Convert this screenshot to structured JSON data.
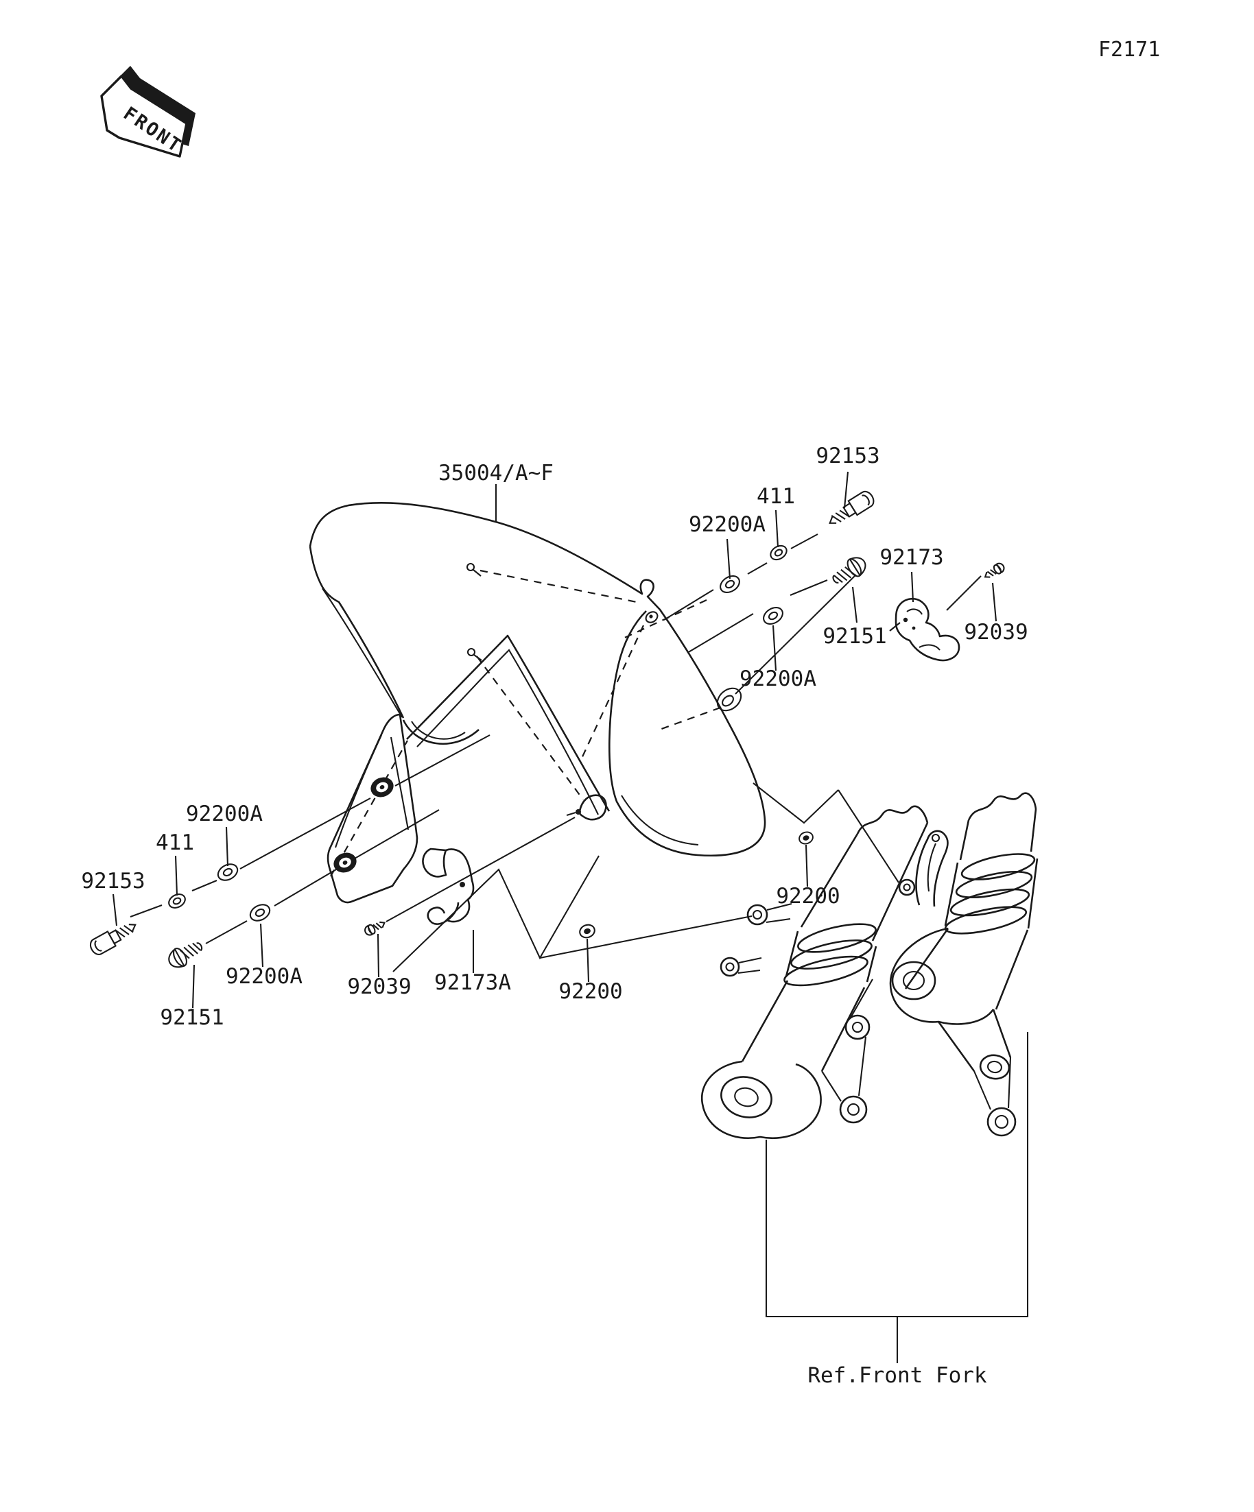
{
  "figure": {
    "code": "F2171",
    "orientation_marker": "FRONT",
    "reference_label": "Ref.Front Fork",
    "ink_color": "#1a1a1a",
    "paper_color": "#ffffff"
  },
  "callouts": [
    {
      "id": "fender",
      "text": "35004/A~F"
    },
    {
      "id": "bolt-upper-right",
      "text": "92153"
    },
    {
      "id": "collar-upper-right",
      "text": "411"
    },
    {
      "id": "washer-upper-right-outer",
      "text": "92200A"
    },
    {
      "id": "clamp-upper-right",
      "text": "92173"
    },
    {
      "id": "screw-upper-right",
      "text": "92151"
    },
    {
      "id": "screw-small-upper-right",
      "text": "92039"
    },
    {
      "id": "washer-upper-right-inner",
      "text": "92200A"
    },
    {
      "id": "washer-left-outer",
      "text": "92200A"
    },
    {
      "id": "collar-left",
      "text": "411"
    },
    {
      "id": "bolt-left",
      "text": "92153"
    },
    {
      "id": "screw-left",
      "text": "92151"
    },
    {
      "id": "washer-left-inner",
      "text": "92200A"
    },
    {
      "id": "screw-small-left",
      "text": "92039"
    },
    {
      "id": "hook-clamp-left",
      "text": "92173A"
    },
    {
      "id": "nut-center",
      "text": "92200"
    },
    {
      "id": "nut-right",
      "text": "92200"
    }
  ]
}
